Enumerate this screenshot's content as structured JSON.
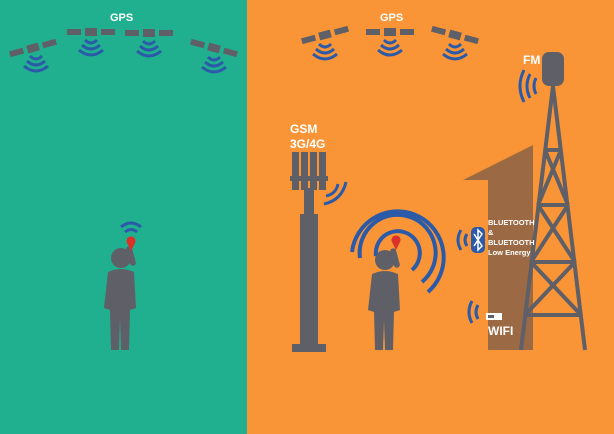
{
  "colors": {
    "left_background": "#21b08f",
    "right_background": "#f99536",
    "figure_gray": "#5f5f68",
    "signal_blue": "#2b5aa8",
    "pin_red": "#d8322a",
    "building_brown": "#9b6a45"
  },
  "left": {
    "gps_label": "GPS"
  },
  "right": {
    "gps_label": "GPS",
    "fm_label": "FM",
    "gsm_label_line1": "GSM",
    "gsm_label_line2": "3G/4G",
    "bluetooth_lines": [
      "BLUETOOTH",
      "&",
      "BLUETOOTH",
      "Low Energy"
    ],
    "wifi_label": "WIFI"
  },
  "icons": [
    "satellite-icon",
    "person-icon",
    "location-pin-icon",
    "cell-tower-icon",
    "radio-tower-icon",
    "bluetooth-icon",
    "wifi-router-icon",
    "signal-waves-icon"
  ]
}
